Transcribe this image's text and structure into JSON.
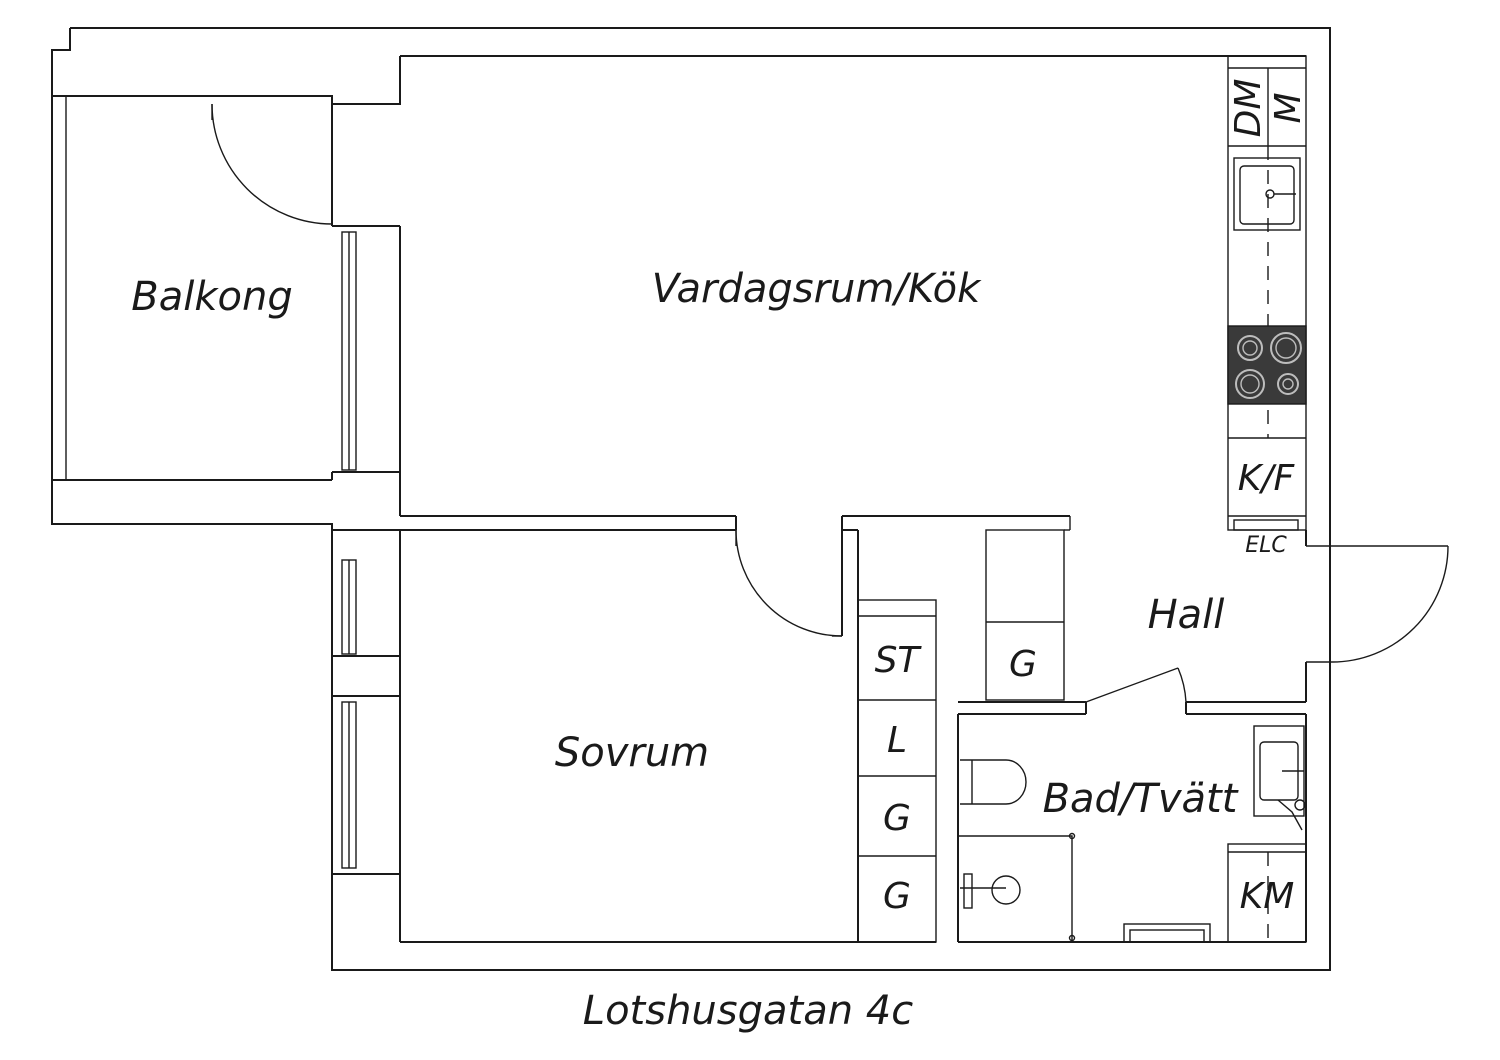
{
  "address": "Lotshusgatan 4c",
  "rooms": {
    "living_kitchen": "Vardagsrum/Kök",
    "balcony": "Balkong",
    "bedroom": "Sovrum",
    "hall": "Hall",
    "bathroom": "Bad/Tvätt"
  },
  "fixtures": {
    "dishwasher": "DM",
    "microwave": "M",
    "fridge_freezer": "K/F",
    "electrical_panel": "ELC",
    "linen_closet": "ST",
    "closet_l": "L",
    "wardrobe_1": "G",
    "wardrobe_2": "G",
    "hall_wardrobe": "G",
    "washing_machine": "KM"
  },
  "colors": {
    "line": "#1a1a1a",
    "stove": "#3a3a3a",
    "background": "#ffffff"
  }
}
